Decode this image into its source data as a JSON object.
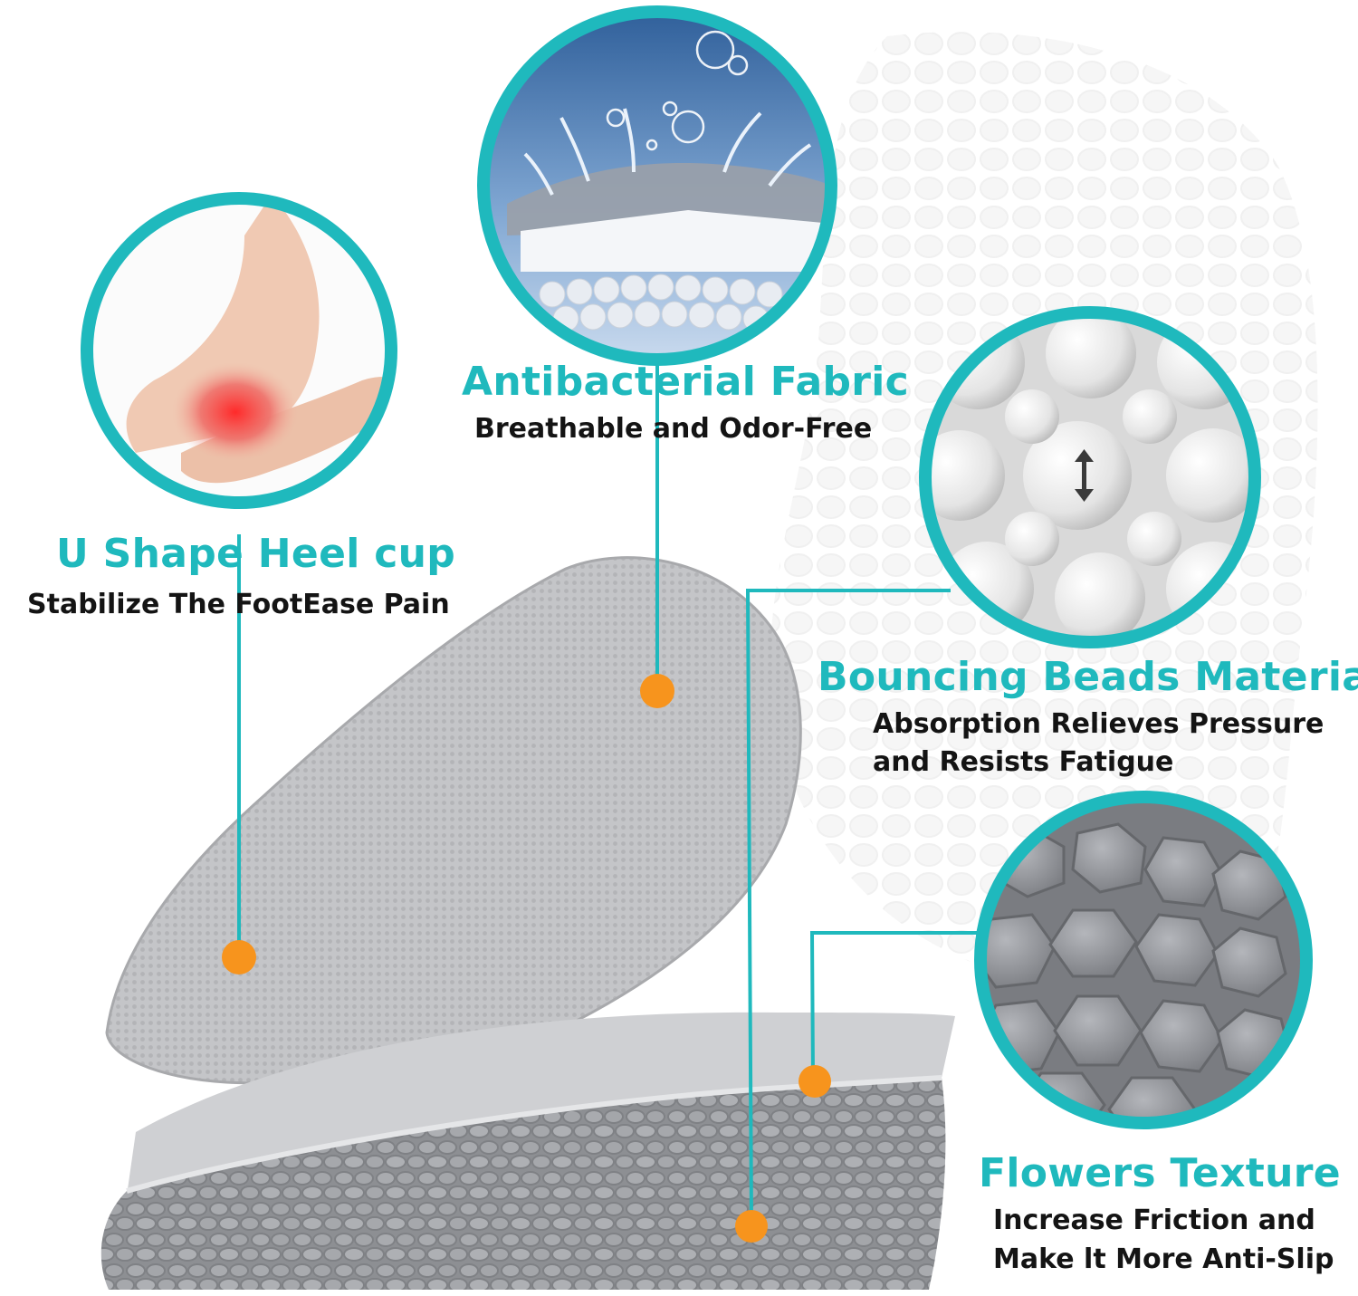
{
  "colors": {
    "accent_teal": "#1fb9bd",
    "marker_orange": "#f7941d",
    "insole_gray": "#b9babd",
    "text_dark": "#141414"
  },
  "features": [
    {
      "id": "heel-cup",
      "title": "U Shape Heel cup",
      "subtitle_lines": [
        "Stabilize The FootEase Pain"
      ],
      "image_icon": "heel-pain-icon"
    },
    {
      "id": "fabric",
      "title": "Antibacterial Fabric",
      "subtitle_lines": [
        "Breathable and Odor-Free"
      ],
      "image_icon": "breathable-fabric-icon"
    },
    {
      "id": "beads",
      "title": "Bouncing Beads Material",
      "subtitle_lines": [
        "Absorption Relieves Pressure",
        "and Resists Fatigue"
      ],
      "image_icon": "beads-icon"
    },
    {
      "id": "texture",
      "title": "Flowers Texture",
      "subtitle_lines": [
        "Increase Friction and",
        "Make lt More Anti-Slip"
      ],
      "image_icon": "texture-icon"
    }
  ]
}
